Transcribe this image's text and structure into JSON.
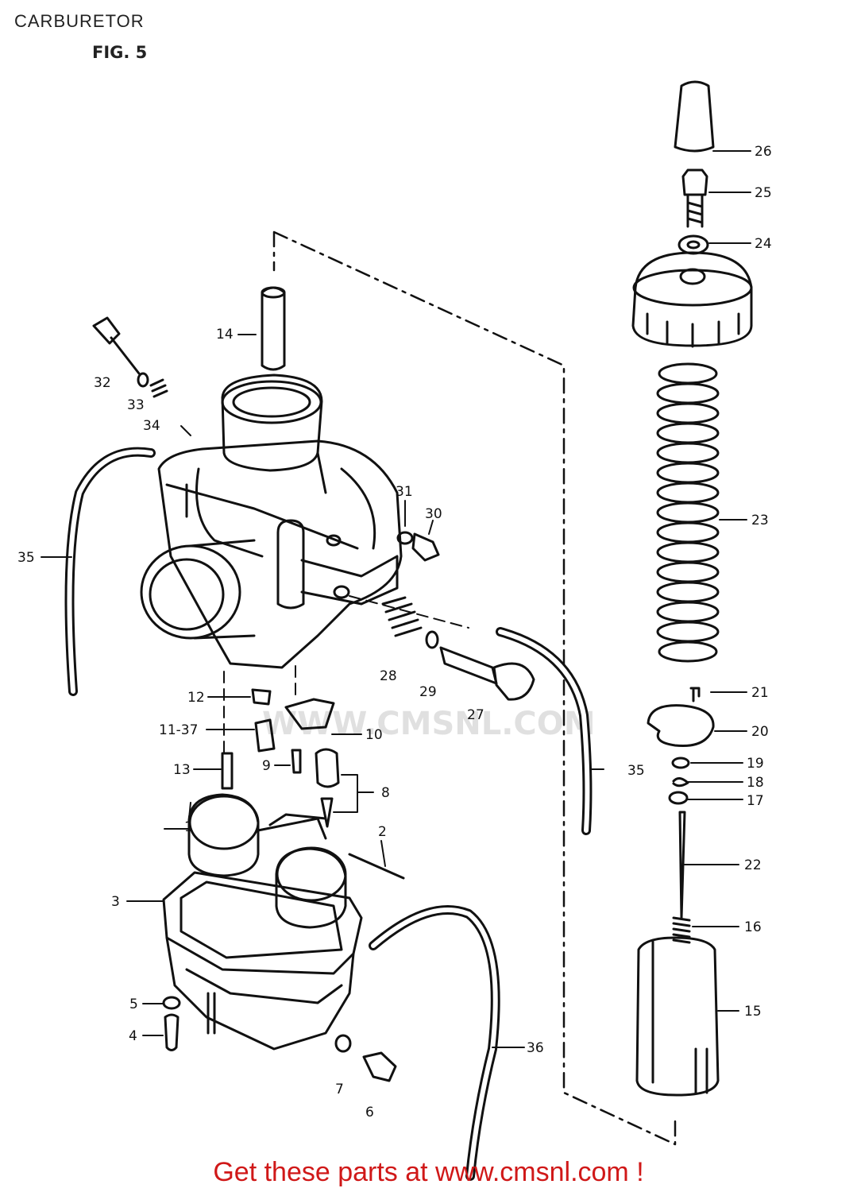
{
  "header": {
    "title": "CARBURETOR",
    "figure": "FIG. 5"
  },
  "footer": {
    "text": "Get these parts at www.cmsnl.com !"
  },
  "watermark": {
    "text": "WWW.CMSNL.COM"
  },
  "callouts": {
    "c1": "1",
    "c2": "2",
    "c3": "3",
    "c4": "4",
    "c5": "5",
    "c6": "6",
    "c7": "7",
    "c8": "8",
    "c9": "9",
    "c10": "10",
    "c11": "11-37",
    "c12": "12",
    "c13": "13",
    "c14": "14",
    "c15": "15",
    "c16": "16",
    "c17": "17",
    "c18": "18",
    "c19": "19",
    "c20": "20",
    "c21": "21",
    "c22": "22",
    "c23": "23",
    "c24": "24",
    "c25": "25",
    "c26": "26",
    "c27": "27",
    "c28": "28",
    "c29": "29",
    "c30": "30",
    "c31": "31",
    "c32": "32",
    "c33": "33",
    "c34": "34",
    "c35a": "35",
    "c35b": "35",
    "c36": "36"
  },
  "colors": {
    "line": "#111111",
    "footer": "#d01818",
    "background": "#ffffff"
  }
}
